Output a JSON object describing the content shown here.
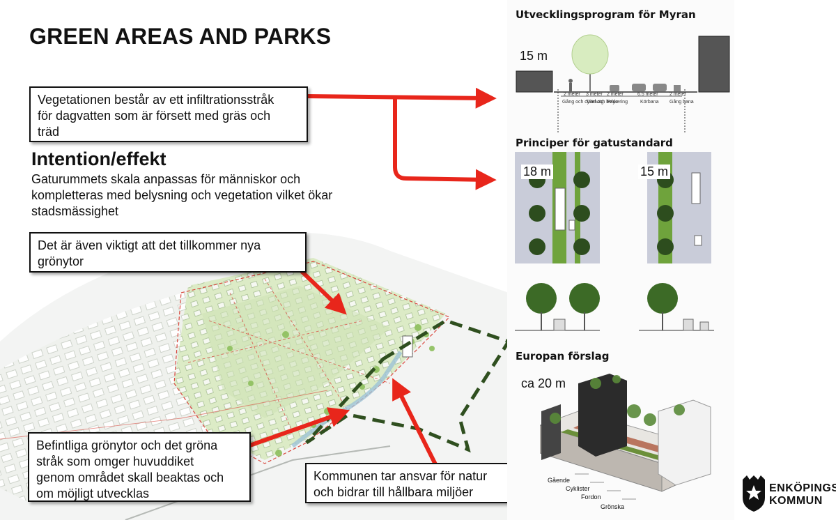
{
  "title": "GREEN AREAS AND PARKS",
  "box_vegetation": {
    "line1": "Vegetationen består av ett infiltrationsstråk",
    "line2": "för dagvatten som är försett med gräs och",
    "line3": "träd"
  },
  "intention": {
    "heading": "Intention/effekt",
    "line1": "Gaturummets skala anpassas för människor och",
    "line2": "kompletteras med belysning och vegetation vilket ökar",
    "line3": "stadsmässighet"
  },
  "box_new_green": {
    "line1": "Det är även viktigt att det tillkommer nya",
    "line2": "grönytor"
  },
  "box_existing": {
    "line1": "Befintliga grönytor och det gröna",
    "line2": "stråk som omger huvuddiket",
    "line3": "genom området skall beaktas och",
    "line4": "om möjligt utvecklas"
  },
  "box_municipality": {
    "line1": "Kommunen tar ansvar för natur",
    "line2": "och bidrar till hållbara miljöer"
  },
  "panel_myran": {
    "title": "Utvecklingsprogram för Myran",
    "width_label": "15 m",
    "section_labels": [
      "2 meter",
      "3 meter",
      "2 meter",
      "6.5 meter",
      "2 meter"
    ],
    "lane_labels": [
      "Gång och cykelväg",
      "Träd och belys.",
      "Parkering",
      "Körbana",
      "Gång bana"
    ]
  },
  "panel_principles": {
    "title": "Principer för gatustandard",
    "width_left": "18 m",
    "width_right": "15 m"
  },
  "panel_europan": {
    "title": "Europan förslag",
    "width_label": "ca 20 m",
    "legend": [
      "Gående",
      "Cyklister",
      "Fordon",
      "Grönska"
    ]
  },
  "logo": {
    "line1": "ENKÖPINGS",
    "line2": "KOMMUN"
  },
  "colors": {
    "arrow_red": "#e8261b",
    "boundary_green": "#2f4f1f",
    "road_grey": "#c9ccd9",
    "grass_green": "#6fa33c"
  }
}
